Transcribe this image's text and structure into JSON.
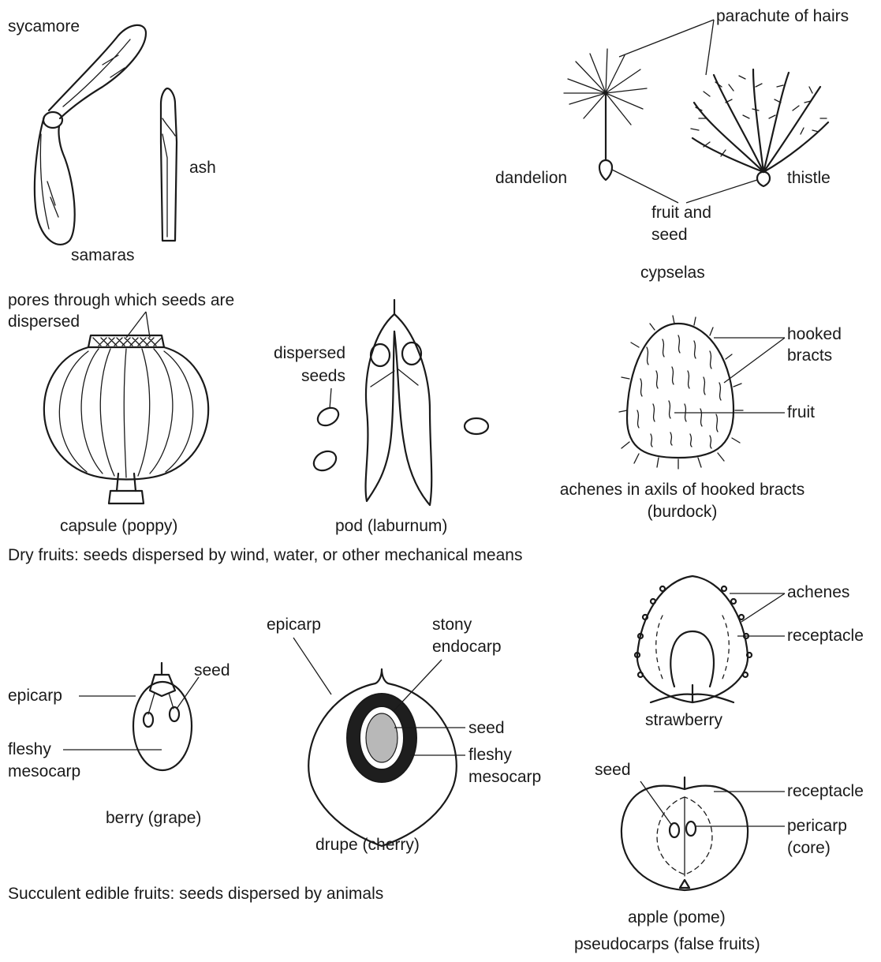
{
  "labels": {
    "sycamore": "sycamore",
    "ash": "ash",
    "samaras": "samaras",
    "parachute_of_hairs": "parachute of hairs",
    "dandelion": "dandelion",
    "thistle": "thistle",
    "fruit_and_seed_1": "fruit and",
    "fruit_and_seed_2": "seed",
    "cypselas": "cypselas",
    "pores_1": "pores through which seeds are",
    "pores_2": "dispersed",
    "dispersed_seeds_1": "dispersed",
    "dispersed_seeds_2": "seeds",
    "hooked_bracts_1": "hooked",
    "hooked_bracts_2": "bracts",
    "burdock_fruit": "fruit",
    "achenes_caption_1": "achenes in axils of hooked bracts",
    "achenes_caption_2": "(burdock)",
    "capsule": "capsule (poppy)",
    "pod": "pod (laburnum)",
    "dry_fruits_caption": "Dry fruits: seeds dispersed by wind, water, or other mechanical means",
    "berry_epicarp": "epicarp",
    "berry_seed": "seed",
    "berry_mesocarp_1": "fleshy",
    "berry_mesocarp_2": "mesocarp",
    "berry": "berry (grape)",
    "drupe_epicarp": "epicarp",
    "stony_endocarp_1": "stony",
    "stony_endocarp_2": "endocarp",
    "drupe_seed": "seed",
    "drupe_mesocarp_1": "fleshy",
    "drupe_mesocarp_2": "mesocarp",
    "drupe": "drupe (cherry)",
    "succulent_caption": "Succulent edible fruits: seeds dispersed by animals",
    "strawberry_achenes": "achenes",
    "strawberry_receptacle": "receptacle",
    "strawberry": "strawberry",
    "apple_seed": "seed",
    "apple_receptacle": "receptacle",
    "pericarp_1": "pericarp",
    "pericarp_2": "(core)",
    "apple": "apple (pome)",
    "pseudocarps": "pseudocarps (false fruits)"
  }
}
